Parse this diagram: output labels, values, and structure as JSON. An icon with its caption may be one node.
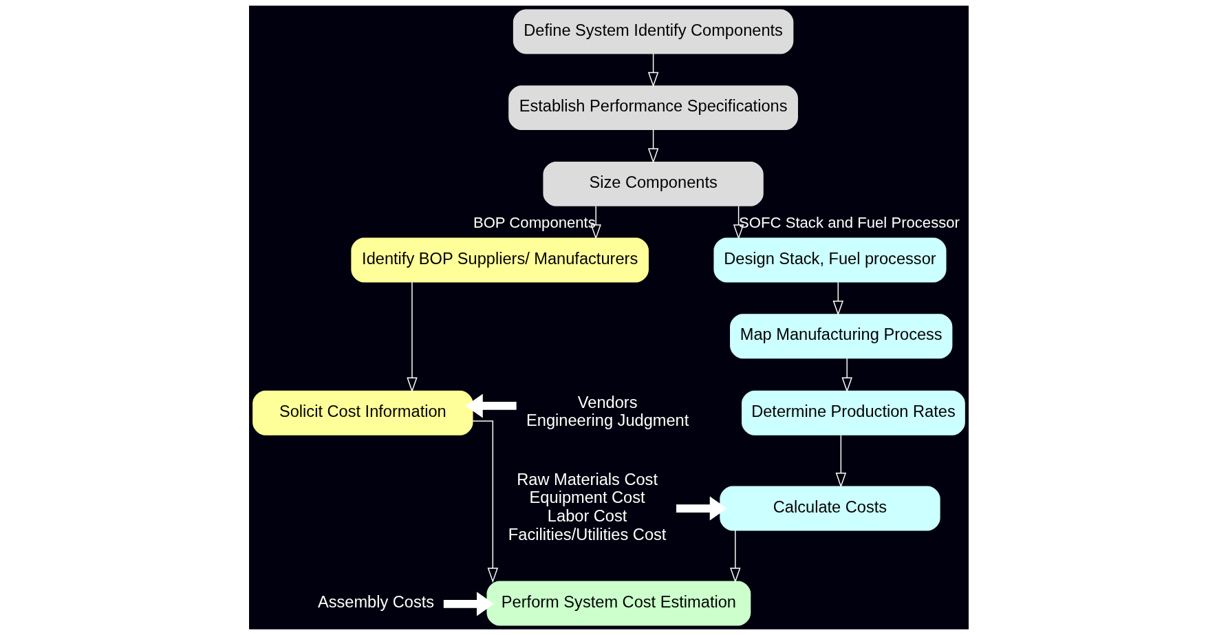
{
  "diagram": {
    "nodes": [
      {
        "text": [
          "Define System Identify Components"
        ]
      },
      {
        "text": [
          "Establish Performance Specifications"
        ]
      },
      {
        "text": [
          "Size Components"
        ]
      },
      {
        "text": [
          "Identify BOP Suppliers/ Manufacturers"
        ]
      },
      {
        "text": [
          "Design Stack, Fuel processor"
        ]
      },
      {
        "text": [
          "Map Manufacturing Process"
        ]
      },
      {
        "text": [
          "Determine Production Rates"
        ]
      },
      {
        "text": [
          "Solicit Cost Information"
        ]
      },
      {
        "text": [
          "Calculate Costs"
        ]
      },
      {
        "text": [
          "Perform System Cost Estimation"
        ]
      },
      {
        "text": [
          "Vendors",
          "Engineering Judgment"
        ]
      },
      {
        "text": [
          "Raw Materials Cost",
          "Equipment Cost",
          "Labor Cost",
          "Facilities/Utilities Cost"
        ]
      },
      {
        "text": [
          "Assembly Costs"
        ]
      }
    ],
    "edges": [
      {
        "from": 0,
        "to": 1,
        "arrow": "to"
      },
      {
        "from": 1,
        "to": 2,
        "arrow": "to"
      },
      {
        "from": 2,
        "to": 3,
        "arrow": "to",
        "label": "BOP Components"
      },
      {
        "from": 2,
        "to": 4,
        "arrow": "to",
        "label": "SOFC Stack and Fuel Processor"
      },
      {
        "from": 3,
        "to": 7,
        "arrow": "to"
      },
      {
        "from": 4,
        "to": 5,
        "arrow": "to"
      },
      {
        "from": 5,
        "to": 6,
        "arrow": "to"
      },
      {
        "from": 6,
        "to": 8,
        "arrow": "to"
      },
      {
        "from": 7,
        "to": 9,
        "arrow": "to"
      },
      {
        "from": 8,
        "to": 9,
        "arrow": "to"
      },
      {
        "from": 10,
        "to": 7,
        "arrow": "to",
        "style": "thick"
      },
      {
        "from": 11,
        "to": 8,
        "arrow": "to",
        "style": "thick"
      },
      {
        "from": 12,
        "to": 9,
        "arrow": "to",
        "style": "thick"
      }
    ]
  }
}
